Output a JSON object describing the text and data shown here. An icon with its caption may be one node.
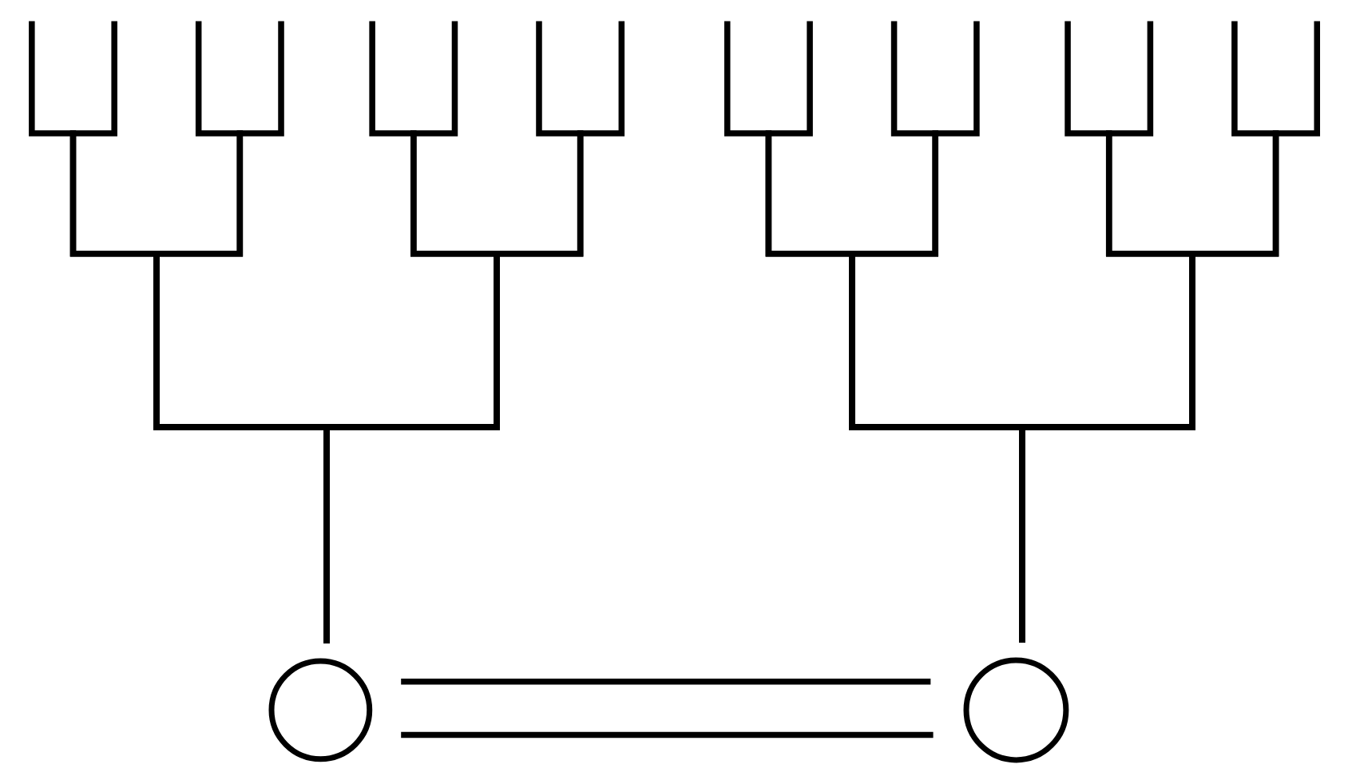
{
  "diagram": {
    "nodes": [
      {
        "text": [],
        "shape": "circle"
      },
      {
        "text": [],
        "shape": "circle"
      }
    ],
    "edges": [
      {
        "from": 0,
        "to": 1,
        "arrow": "none"
      },
      {
        "from": 0,
        "to": null,
        "arrow": "none"
      },
      {
        "from": 0,
        "to": null,
        "arrow": "none"
      },
      {
        "from": 0,
        "to": null,
        "arrow": "none"
      },
      {
        "from": 0,
        "to": null,
        "arrow": "none"
      },
      {
        "from": 0,
        "to": null,
        "arrow": "none"
      },
      {
        "from": 0,
        "to": null,
        "arrow": "none"
      },
      {
        "from": 0,
        "to": null,
        "arrow": "none"
      },
      {
        "from": 0,
        "to": null,
        "arrow": "none"
      },
      {
        "from": 1,
        "to": null,
        "arrow": "none"
      },
      {
        "from": 1,
        "to": null,
        "arrow": "none"
      },
      {
        "from": 1,
        "to": null,
        "arrow": "none"
      },
      {
        "from": 1,
        "to": null,
        "arrow": "none"
      },
      {
        "from": 1,
        "to": null,
        "arrow": "none"
      },
      {
        "from": 1,
        "to": null,
        "arrow": "none"
      },
      {
        "from": 1,
        "to": null,
        "arrow": "none"
      },
      {
        "from": 1,
        "to": null,
        "arrow": "none"
      }
    ]
  }
}
